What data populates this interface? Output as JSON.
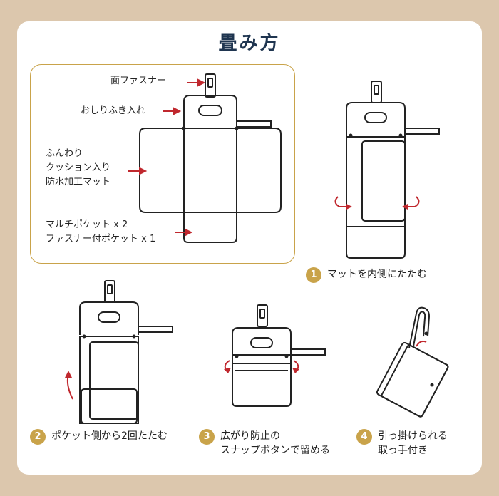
{
  "title": "畳み方",
  "legend": {
    "items": [
      {
        "lines": [
          "面ファスナー"
        ]
      },
      {
        "lines": [
          "おしりふき入れ"
        ]
      },
      {
        "lines": [
          "ふんわり",
          "クッション入り",
          "防水加工マット"
        ]
      },
      {
        "lines": [
          "マルチポケット x 2",
          "ファスナー付ポケット x 1"
        ]
      }
    ]
  },
  "steps": [
    {
      "num": "1",
      "lines": [
        "マットを内側にたたむ"
      ]
    },
    {
      "num": "2",
      "lines": [
        "ポケット側から2回たたむ"
      ]
    },
    {
      "num": "3",
      "lines": [
        "広がり防止の",
        "スナップボタンで留める"
      ]
    },
    {
      "num": "4",
      "lines": [
        "引っ掛けられる",
        "取っ手付き"
      ]
    }
  ],
  "colors": {
    "accent": "#c9a34a",
    "arrow": "#c0282e",
    "title": "#1f3550",
    "background": "#dcc7ad"
  }
}
